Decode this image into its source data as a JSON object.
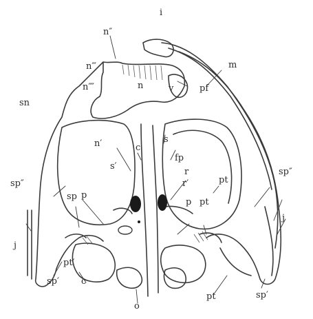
{
  "figure": {
    "labels": {
      "i": "i",
      "n2": "n″",
      "n3": "n‴",
      "n4": "n⁗",
      "n": "n",
      "m": "m",
      "v": "v",
      "pf": "pf",
      "sn": "sn",
      "n1": "n′",
      "c_top": "c",
      "s": "s",
      "s1": "s′",
      "fp": "fp",
      "r": "r",
      "r1": "r′",
      "pt_right": "pt",
      "sp2_right": "sp″",
      "sp2_left": "sp″",
      "sp_left": "sp",
      "p_left": "p",
      "p_right": "p",
      "pt_right_inner": "pt",
      "j_right": "j",
      "j_left": "j",
      "pt1": "pt′",
      "sp1_left": "sp′",
      "c_bottom": "c",
      "o": "o",
      "pt_bottom": "pt",
      "sp1_right": "sp′"
    }
  }
}
